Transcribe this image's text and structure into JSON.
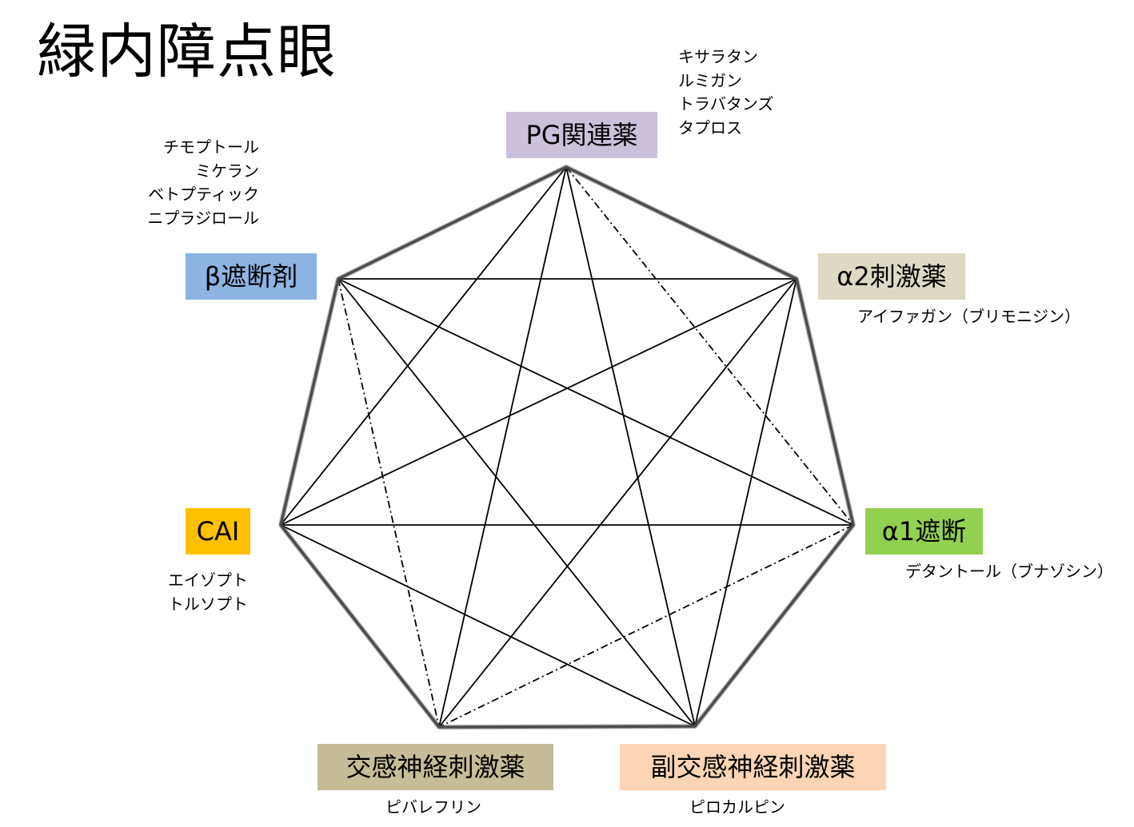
{
  "title": "緑内障点眼",
  "nodes": {
    "pg": {
      "label": "PG関連薬",
      "color": "#ccc1da",
      "drugs": [
        "キサラタン",
        "ルミガン",
        "トラバタンズ",
        "タプロス"
      ]
    },
    "beta": {
      "label": "β遮断剤",
      "color": "#8db3e2",
      "drugs": [
        "チモプトール",
        "ミケラン",
        "ベトプティック",
        "ニプラジロール"
      ]
    },
    "alpha2": {
      "label": "α2刺激薬",
      "color": "#ddd9c3",
      "drugs": [
        "アイファガン（ブリモニジン）"
      ]
    },
    "cai": {
      "label": "CAI",
      "color": "#ffc000",
      "drugs": [
        "エイゾプト",
        "トルソプト"
      ]
    },
    "alpha1": {
      "label": "α1遮断",
      "color": "#92d050",
      "drugs": [
        "デタントール（ブナゾシン）"
      ]
    },
    "sympathomimetic": {
      "label": "交感神経刺激薬",
      "color": "#c4bd97",
      "drugs": [
        "ピバレフリン"
      ]
    },
    "parasympathomimetic": {
      "label": "副交感神経刺激薬",
      "color": "#fbd5b5",
      "drugs": [
        "ピロカルピン"
      ]
    }
  },
  "connections": [
    {
      "from": "pg",
      "to": "cai",
      "style": "solid"
    },
    {
      "from": "pg",
      "to": "sympathomimetic",
      "style": "solid"
    },
    {
      "from": "pg",
      "to": "parasympathomimetic",
      "style": "solid"
    },
    {
      "from": "pg",
      "to": "alpha1",
      "style": "dashdot"
    },
    {
      "from": "beta",
      "to": "alpha2",
      "style": "solid"
    },
    {
      "from": "beta",
      "to": "alpha1",
      "style": "solid"
    },
    {
      "from": "beta",
      "to": "parasympathomimetic",
      "style": "solid"
    },
    {
      "from": "beta",
      "to": "sympathomimetic",
      "style": "dashdot"
    },
    {
      "from": "alpha2",
      "to": "cai",
      "style": "solid"
    },
    {
      "from": "alpha2",
      "to": "sympathomimetic",
      "style": "solid"
    },
    {
      "from": "alpha2",
      "to": "parasympathomimetic",
      "style": "solid"
    },
    {
      "from": "cai",
      "to": "alpha1",
      "style": "solid"
    },
    {
      "from": "cai",
      "to": "parasympathomimetic",
      "style": "solid"
    },
    {
      "from": "alpha1",
      "to": "sympathomimetic",
      "style": "dashdot"
    }
  ]
}
